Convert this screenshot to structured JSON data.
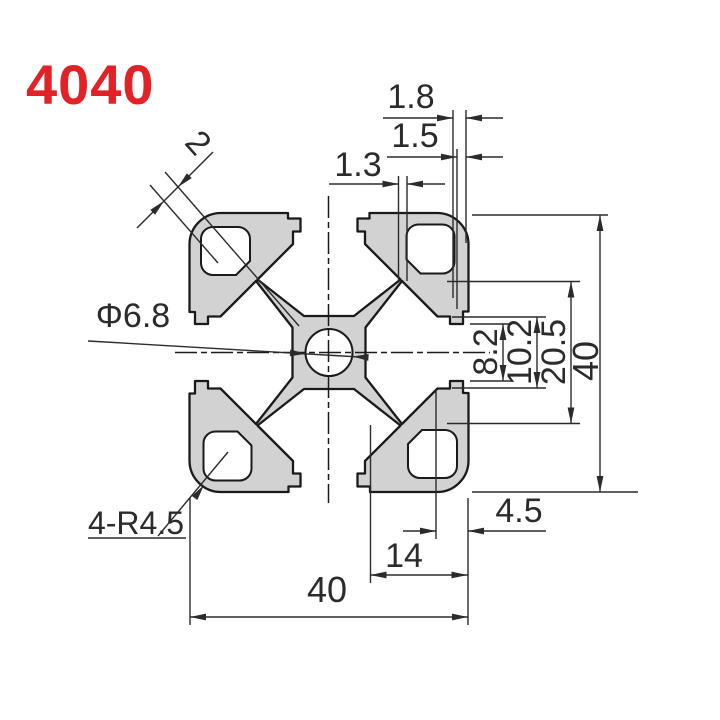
{
  "title": {
    "label": "4040"
  },
  "colors": {
    "accent_red": "#e32227",
    "profile_fill": "#d2d2d2",
    "outline": "#1a1a1a",
    "dim_line": "#2b2b2b",
    "background": "#ffffff"
  },
  "dimensions": {
    "outer_wall": "1.8",
    "cavity_wall": "1.5",
    "web_wall": "1.3",
    "diag_web": "2",
    "center_hole": "Φ6.8",
    "slot_opening": "8.2",
    "slot_under_lip": "10.2",
    "slot_channel": "20.5",
    "height": "40",
    "slot_lip_depth": "4.5",
    "slot_depth": "14",
    "width": "40",
    "corner_radius": "4-R4.5"
  }
}
